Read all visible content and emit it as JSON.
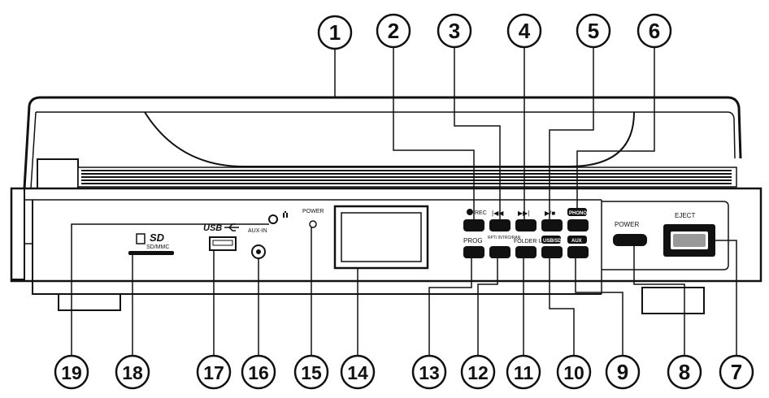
{
  "callouts": [
    "1",
    "2",
    "3",
    "4",
    "5",
    "6",
    "7",
    "8",
    "9",
    "10",
    "11",
    "12",
    "13",
    "14",
    "15",
    "16",
    "17",
    "18",
    "19"
  ],
  "labels": {
    "rec": "REC",
    "power_led": "POWER",
    "aux_in": "AUX-IN",
    "usb": "USB",
    "sd": "SD",
    "sd_mmc": "SD/MMC",
    "prog": "PROG",
    "rpt_intro_ran": "RPT/ INTRO/RAN",
    "folder_up": "FOLDER UP",
    "usb_sd": "USB/SD",
    "aux": "AUX",
    "phono": "PHONO",
    "power_button": "POWER",
    "eject": "EJECT"
  }
}
